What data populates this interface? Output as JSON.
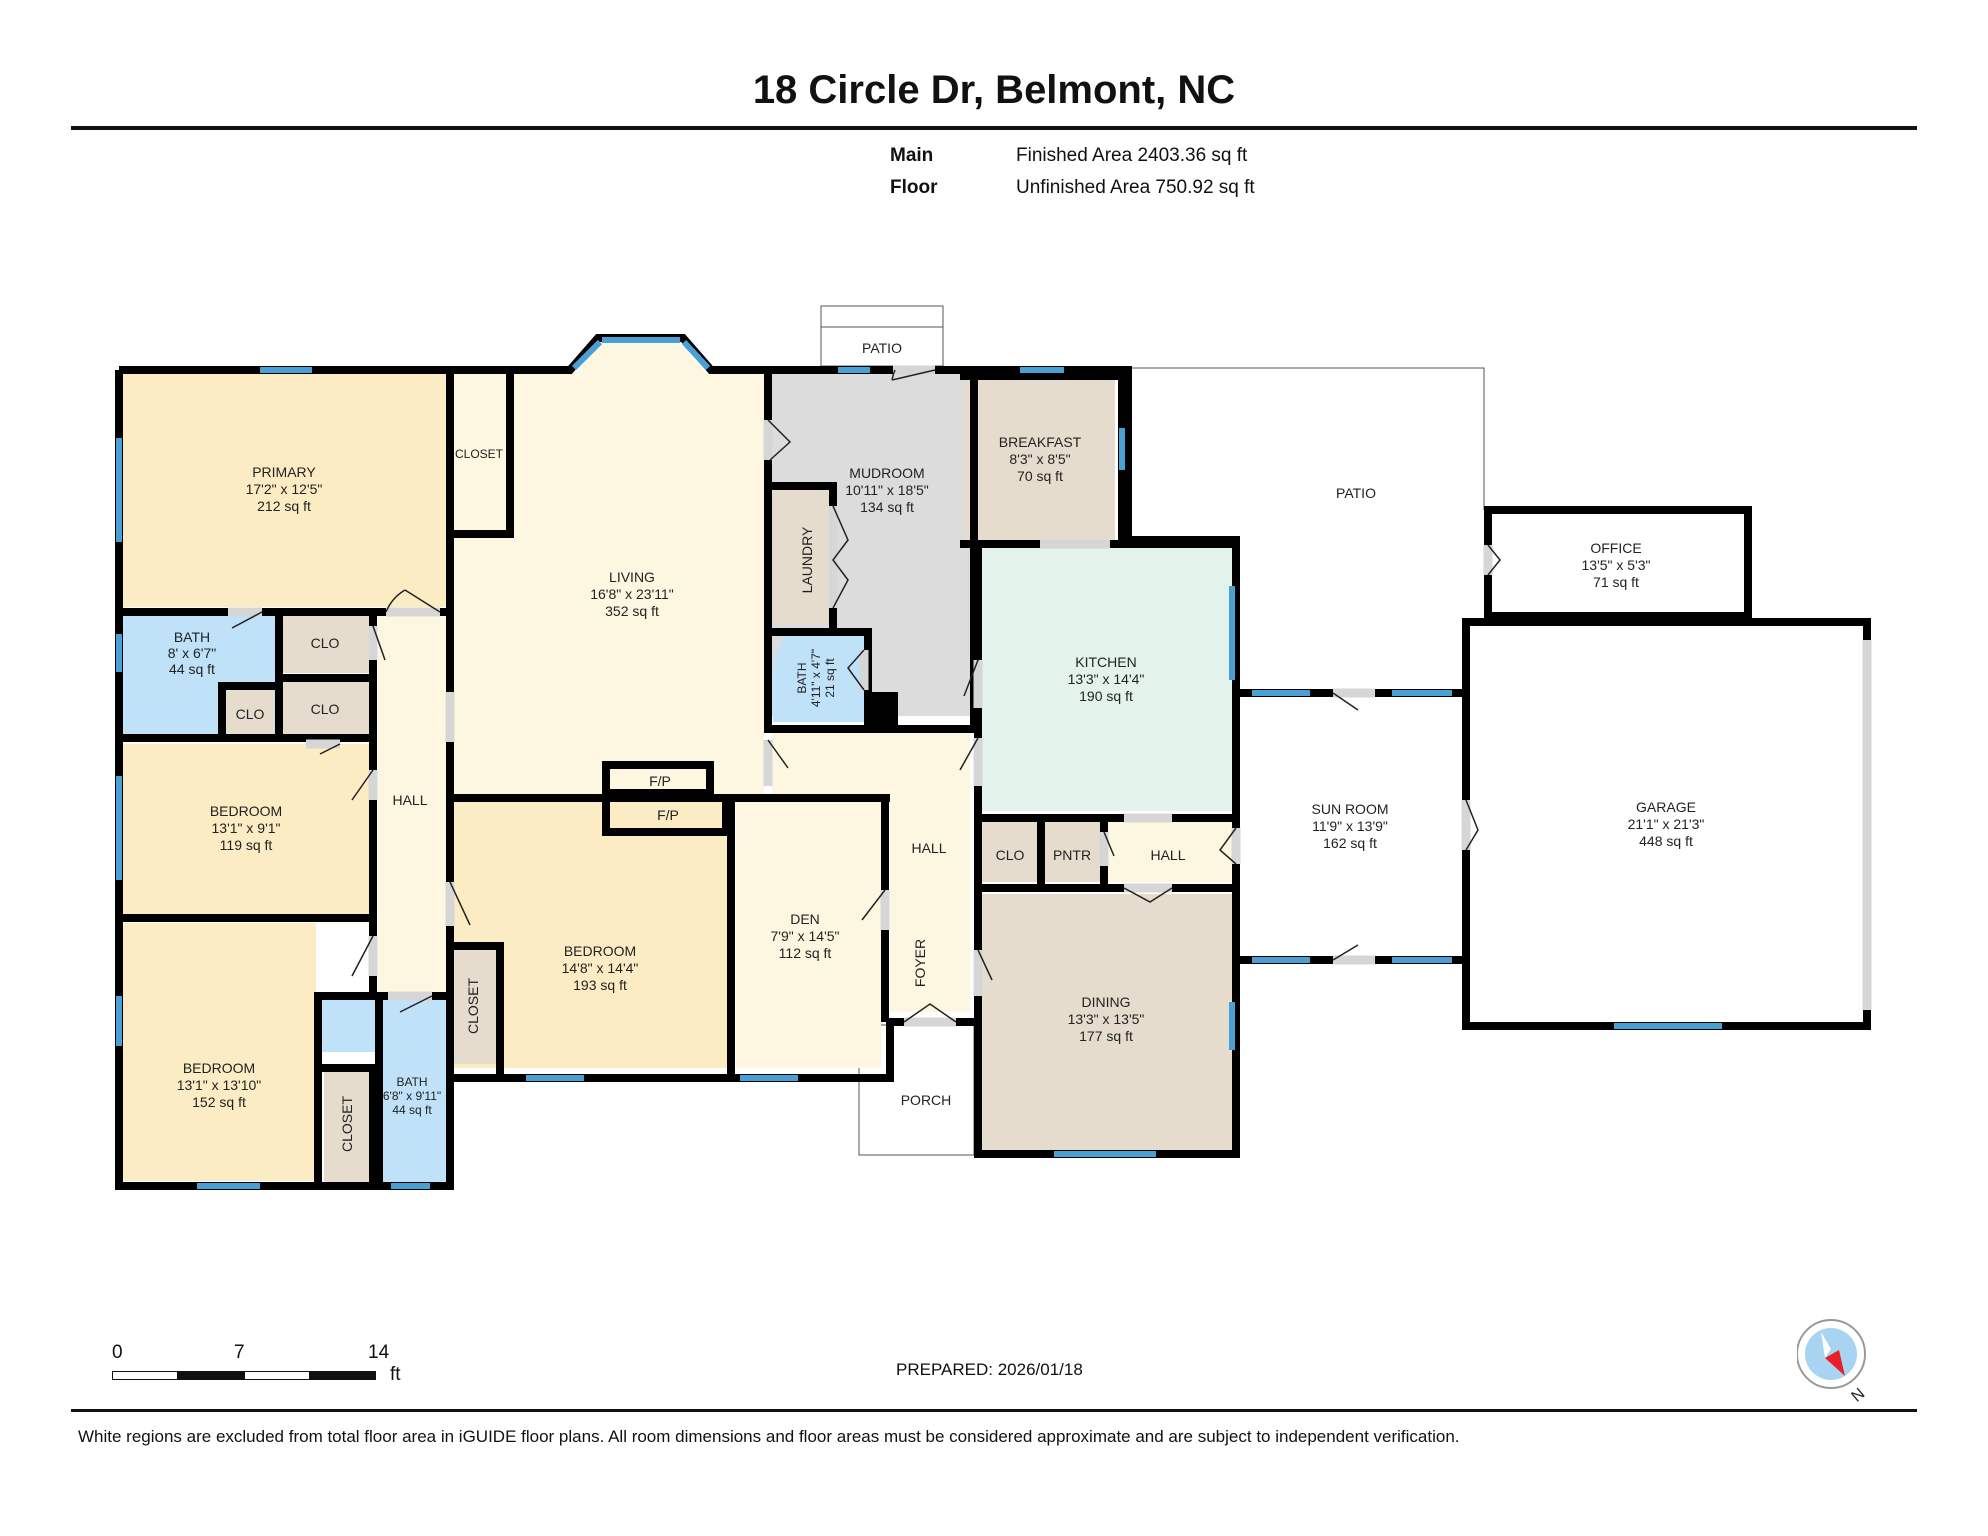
{
  "header": {
    "title": "18 Circle Dr, Belmont, NC",
    "floor_label": "Main Floor",
    "finished_area": "Finished Area 2403.36 sq ft",
    "unfinished_area": "Unfinished Area 750.92 sq ft"
  },
  "rooms": {
    "primary": {
      "name": "PRIMARY",
      "dims": "17'2\" x 12'5\"",
      "area": "212 sq ft"
    },
    "primary_closet": {
      "name": "CLOSET"
    },
    "bath1": {
      "name": "BATH",
      "dims": "8' x 6'7\"",
      "area": "44 sq ft"
    },
    "clo1": {
      "name": "CLO"
    },
    "clo2": {
      "name": "CLO"
    },
    "clo3": {
      "name": "CLO"
    },
    "hall_west": {
      "name": "HALL"
    },
    "bedroom2": {
      "name": "BEDROOM",
      "dims": "13'1\" x 9'1\"",
      "area": "119 sq ft"
    },
    "bedroom3": {
      "name": "BEDROOM",
      "dims": "13'1\" x 13'10\"",
      "area": "152 sq ft"
    },
    "bedroom3_closet": {
      "name": "CLOSET"
    },
    "bath2": {
      "name": "BATH",
      "dims": "6'8\" x 9'11\"",
      "area": "44 sq ft"
    },
    "living": {
      "name": "LIVING",
      "dims": "16'8\" x 23'11\"",
      "area": "352 sq ft"
    },
    "fp1": {
      "name": "F/P"
    },
    "fp2": {
      "name": "F/P"
    },
    "bedroom4": {
      "name": "BEDROOM",
      "dims": "14'8\" x 14'4\"",
      "area": "193 sq ft"
    },
    "bedroom4_closet": {
      "name": "CLOSET"
    },
    "den": {
      "name": "DEN",
      "dims": "7'9\" x 14'5\"",
      "area": "112 sq ft"
    },
    "patio_small": {
      "name": "PATIO"
    },
    "mudroom": {
      "name": "MUDROOM",
      "dims": "10'11\" x 18'5\"",
      "area": "134 sq ft"
    },
    "laundry": {
      "name": "LAUNDRY"
    },
    "bath3": {
      "name": "BATH",
      "dims": "4'11\" x 4'7\"",
      "area": "21 sq ft"
    },
    "hall_center": {
      "name": "HALL"
    },
    "foyer": {
      "name": "FOYER"
    },
    "porch": {
      "name": "PORCH"
    },
    "breakfast": {
      "name": "BREAKFAST",
      "dims": "8'3\" x 8'5\"",
      "area": "70 sq ft"
    },
    "kitchen": {
      "name": "KITCHEN",
      "dims": "13'3\" x 14'4\"",
      "area": "190 sq ft"
    },
    "clo4": {
      "name": "CLO"
    },
    "pantry": {
      "name": "PNTR"
    },
    "hall_east": {
      "name": "HALL"
    },
    "dining": {
      "name": "DINING",
      "dims": "13'3\" x 13'5\"",
      "area": "177 sq ft"
    },
    "patio_large": {
      "name": "PATIO"
    },
    "sunroom": {
      "name": "SUN ROOM",
      "dims": "11'9\" x 13'9\"",
      "area": "162 sq ft"
    },
    "office": {
      "name": "OFFICE",
      "dims": "13'5\" x 5'3\"",
      "area": "71 sq ft"
    },
    "garage": {
      "name": "GARAGE",
      "dims": "21'1\" x 21'3\"",
      "area": "448 sq ft"
    }
  },
  "colors": {
    "wall": "#000000",
    "window": "#4a9fd4",
    "bedroom": "#fbecc4",
    "living": "#fdf6e0",
    "bath": "#bfe2f8",
    "closet": "#e6dccd",
    "mudroom": "#dcdcdc",
    "kitchen": "#e3f2ea",
    "unfinished": "#ffffff",
    "door_gap": "#d6d6d6"
  },
  "scale_bar": {
    "ticks": [
      "0",
      "7",
      "14"
    ],
    "unit": "ft"
  },
  "footer": {
    "prepared": "PREPARED: 2026/01/18",
    "disclaimer": "White regions are excluded from total floor area in iGUIDE floor plans. All room dimensions and floor areas must be considered approximate and are subject to independent verification.",
    "compass_label": "N"
  }
}
